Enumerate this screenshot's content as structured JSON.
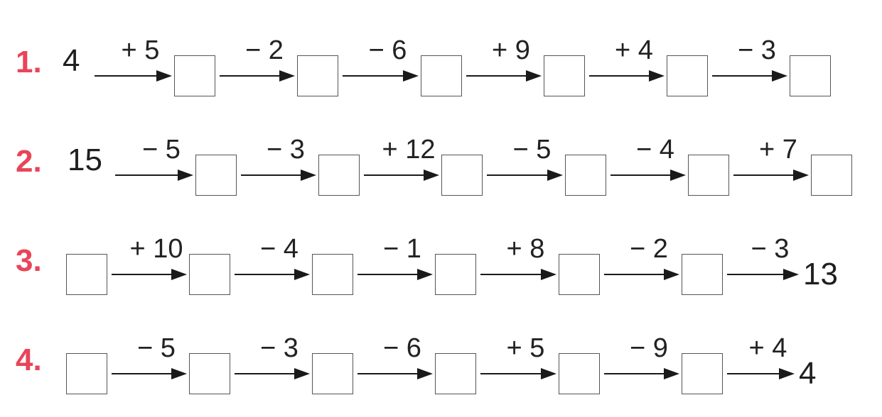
{
  "rows": [
    {
      "number": "1.",
      "start": "4",
      "ops": [
        "+ 5",
        "− 2",
        "− 6",
        "+ 9",
        "+ 4",
        "− 3"
      ],
      "end": ""
    },
    {
      "number": "2.",
      "start": "15",
      "ops": [
        "− 5",
        "− 3",
        "+ 12",
        "− 5",
        "− 4",
        "+ 7"
      ],
      "end": ""
    },
    {
      "number": "3.",
      "start": "",
      "ops": [
        "+ 10",
        "− 4",
        "− 1",
        "+ 8",
        "− 2",
        "− 3"
      ],
      "end": "13"
    },
    {
      "number": "4.",
      "start": "",
      "ops": [
        "− 5",
        "− 3",
        "− 6",
        "+ 5",
        "− 9",
        "+ 4"
      ],
      "end": "4"
    }
  ],
  "colors": {
    "number": "#e8455a",
    "text": "#1f1f1f",
    "arrow": "#1a1a1a",
    "box_border": "#555555"
  }
}
